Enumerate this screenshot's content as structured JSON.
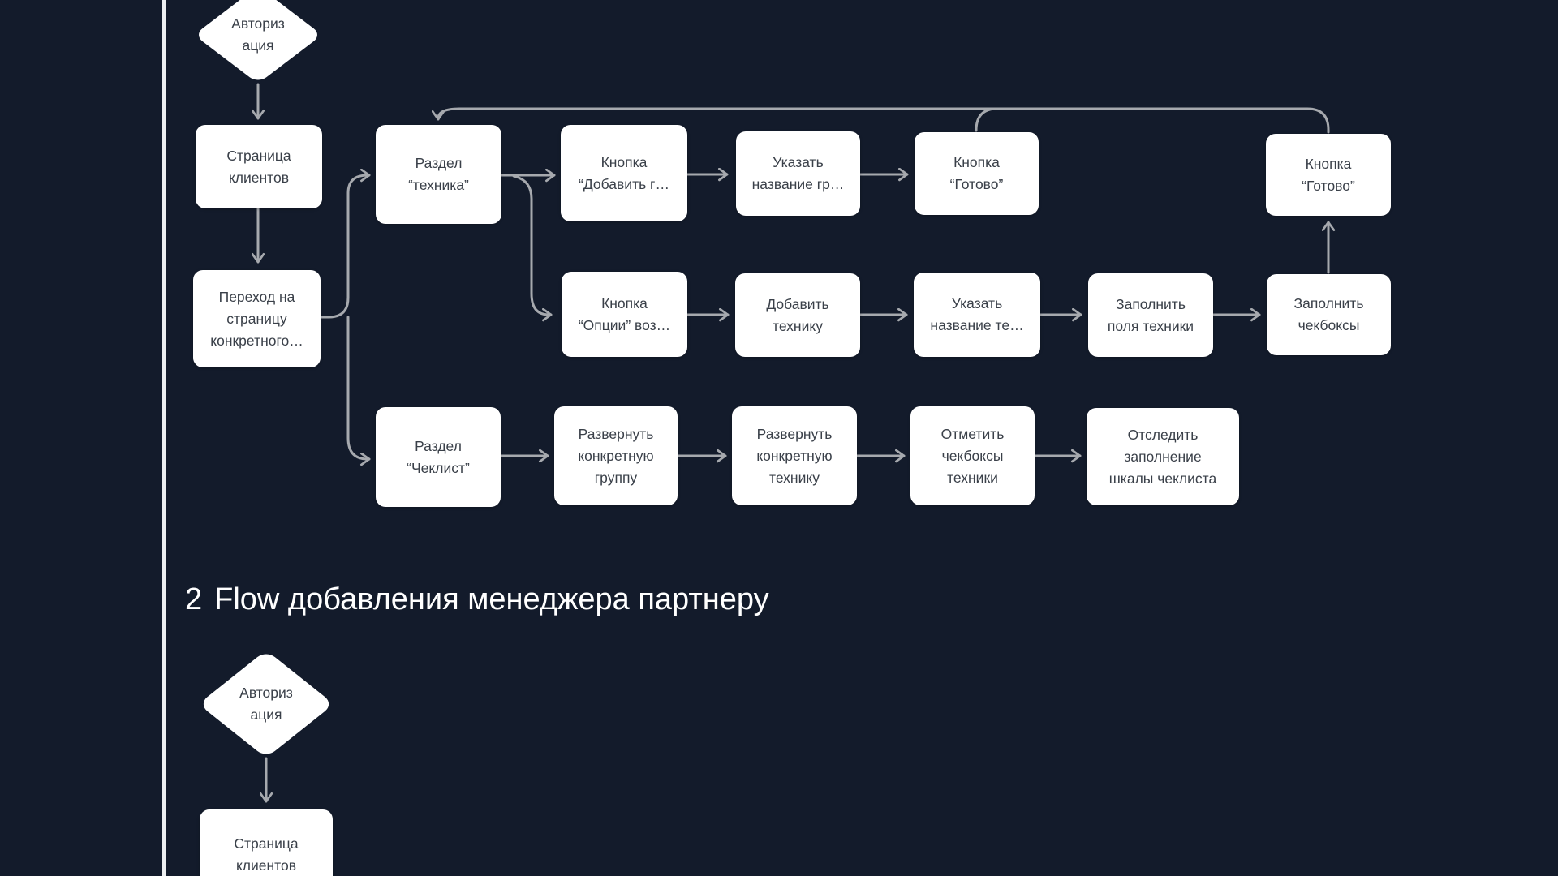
{
  "canvas": {
    "background_color": "#131b2b",
    "divider_color": "#eceef0",
    "node_fill_color": "#ffffff",
    "node_text_color": "#3a4049",
    "connector_color": "#a6a9ae",
    "heading_text_color": "#ffffff"
  },
  "section_heading": {
    "number": "2",
    "title": "Flow добавления менеджера партнеру"
  },
  "flow1": {
    "nodes": [
      {
        "shape": "diamond",
        "label": "Авториз\nация"
      },
      {
        "shape": "rect",
        "label": "Страница\nклиентов"
      },
      {
        "shape": "rect",
        "label": "Переход на\nстраницу\nконкретного…"
      },
      {
        "shape": "rect",
        "label": "Раздел\n“техника”"
      },
      {
        "shape": "rect",
        "label": "Кнопка\n“Добавить г…"
      },
      {
        "shape": "rect",
        "label": "Указать\nназвание гр…"
      },
      {
        "shape": "rect",
        "label": "Кнопка\n“Готово”"
      },
      {
        "shape": "rect",
        "label": "Кнопка\n“Готово”"
      },
      {
        "shape": "rect",
        "label": "Кнопка\n“Опции” воз…"
      },
      {
        "shape": "rect",
        "label": "Добавить\nтехнику"
      },
      {
        "shape": "rect",
        "label": "Указать\nназвание те…"
      },
      {
        "shape": "rect",
        "label": "Заполнить\nполя техники"
      },
      {
        "shape": "rect",
        "label": "Заполнить\nчекбоксы"
      },
      {
        "shape": "rect",
        "label": "Раздел\n“Чеклист”"
      },
      {
        "shape": "rect",
        "label": "Развернуть\nконкретную\nгруппу"
      },
      {
        "shape": "rect",
        "label": "Развернуть\nконкретную\nтехнику"
      },
      {
        "shape": "rect",
        "label": "Отметить\nчекбоксы\nтехники"
      },
      {
        "shape": "rect",
        "label": "Отследить\nзаполнение\nшкалы чеклиста"
      }
    ]
  },
  "flow2": {
    "nodes": [
      {
        "shape": "diamond",
        "label": "Авториз\nация"
      },
      {
        "shape": "rect",
        "label": "Страница\nклиентов"
      }
    ]
  }
}
